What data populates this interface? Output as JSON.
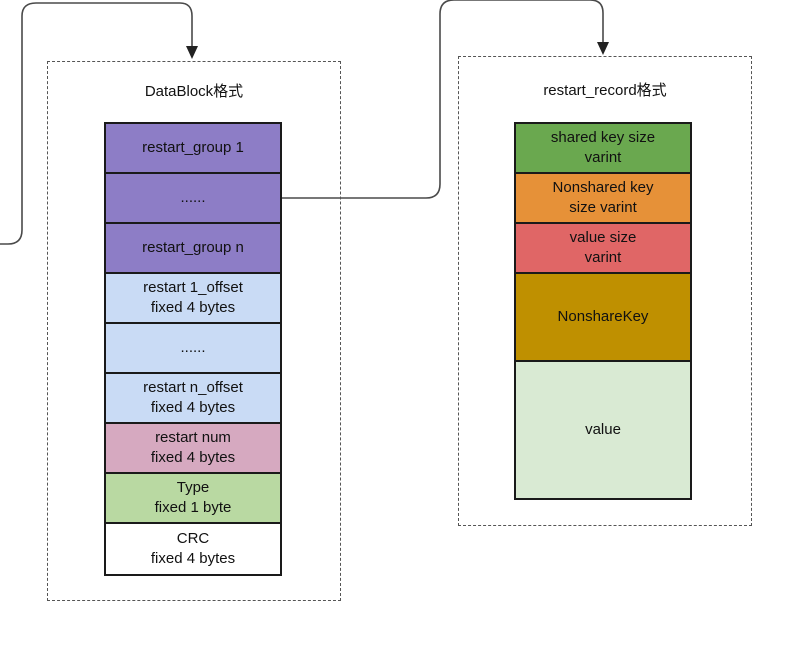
{
  "left_panel": {
    "title": "DataBlock格式",
    "cells": [
      {
        "text": "restart_group 1",
        "color": "#8d7dc6"
      },
      {
        "text": "......",
        "color": "#8d7dc6"
      },
      {
        "text": "restart_group n",
        "color": "#8d7dc6"
      },
      {
        "text": "restart 1_offset\nfixed 4 bytes",
        "color": "#c9dbf5"
      },
      {
        "text": "......",
        "color": "#c9dbf5"
      },
      {
        "text": "restart n_offset\nfixed 4 bytes",
        "color": "#c9dbf5"
      },
      {
        "text": "restart num\nfixed 4 bytes",
        "color": "#d6a9c0"
      },
      {
        "text": "Type\nfixed 1 byte",
        "color": "#b9d9a2"
      },
      {
        "text": "CRC\nfixed 4 bytes",
        "color": "#ffffff"
      }
    ]
  },
  "right_panel": {
    "title": "restart_record格式",
    "cells": [
      {
        "text": "shared key size\nvarint",
        "color": "#6aa84f"
      },
      {
        "text": "Nonshared key\nsize varint",
        "color": "#e69138"
      },
      {
        "text": "value size\nvarint",
        "color": "#e06666"
      },
      {
        "text": "NonshareKey",
        "color": "#bf9000"
      },
      {
        "text": "value",
        "color": "#d9ead3"
      }
    ]
  },
  "colors": {
    "border": "#1a1a1a",
    "connector": "#4a4a4a"
  }
}
